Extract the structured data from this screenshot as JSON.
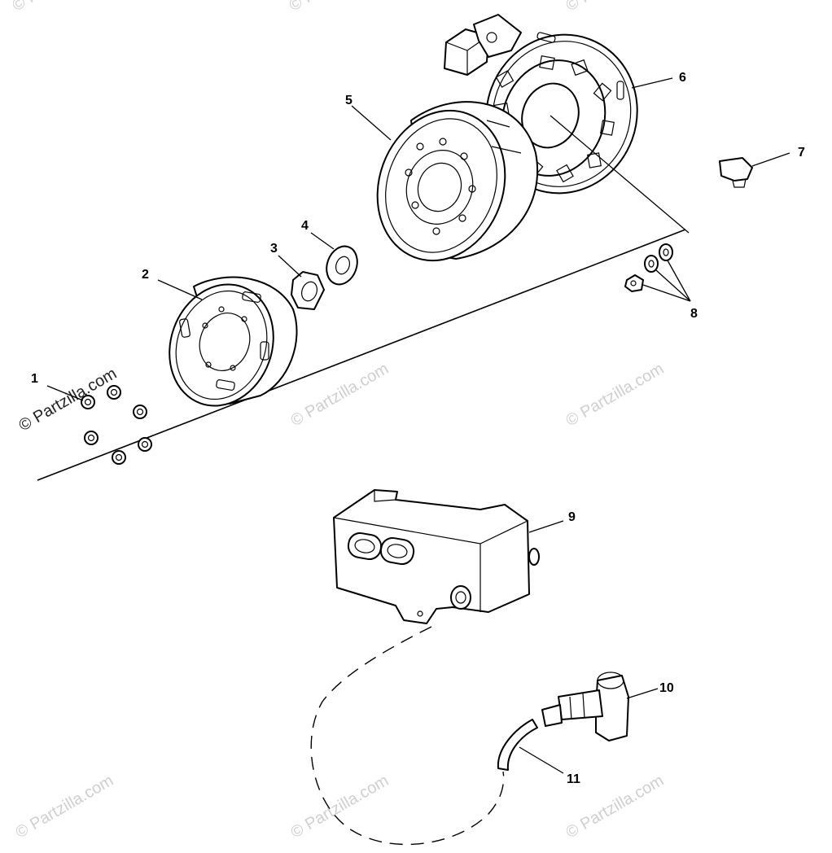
{
  "watermark": "© Partzilla.com",
  "callouts": {
    "c1": "1",
    "c2": "2",
    "c3": "3",
    "c4": "4",
    "c5": "5",
    "c6": "6",
    "c7": "7",
    "c8": "8",
    "c9": "9",
    "c10": "10",
    "c11": "11"
  }
}
